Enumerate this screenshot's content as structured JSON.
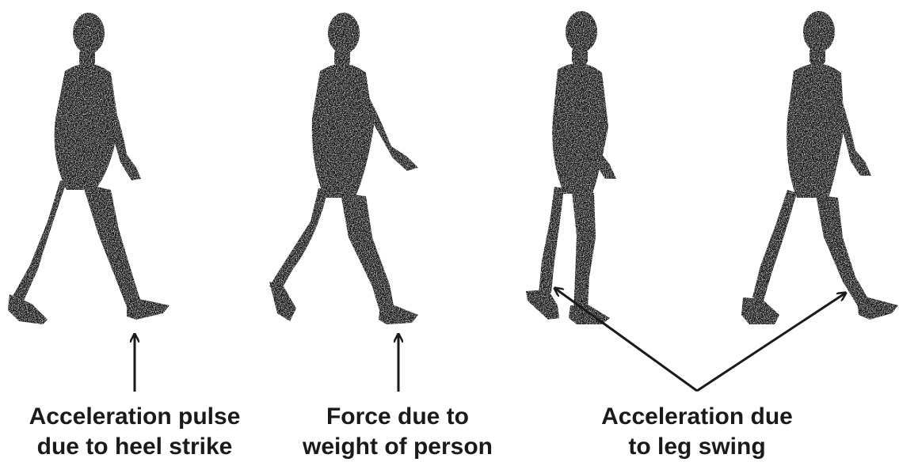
{
  "labels": {
    "heel_strike": {
      "line1": "Acceleration pulse",
      "line2": "due to heel strike"
    },
    "weight_force": {
      "line1": "Force due to",
      "line2": "weight of person"
    },
    "leg_swing": {
      "line1": "Acceleration due",
      "line2": "to leg swing"
    }
  },
  "colors": {
    "figure": "#111111",
    "arrow": "#1a1a1a",
    "background": "#ffffff"
  }
}
